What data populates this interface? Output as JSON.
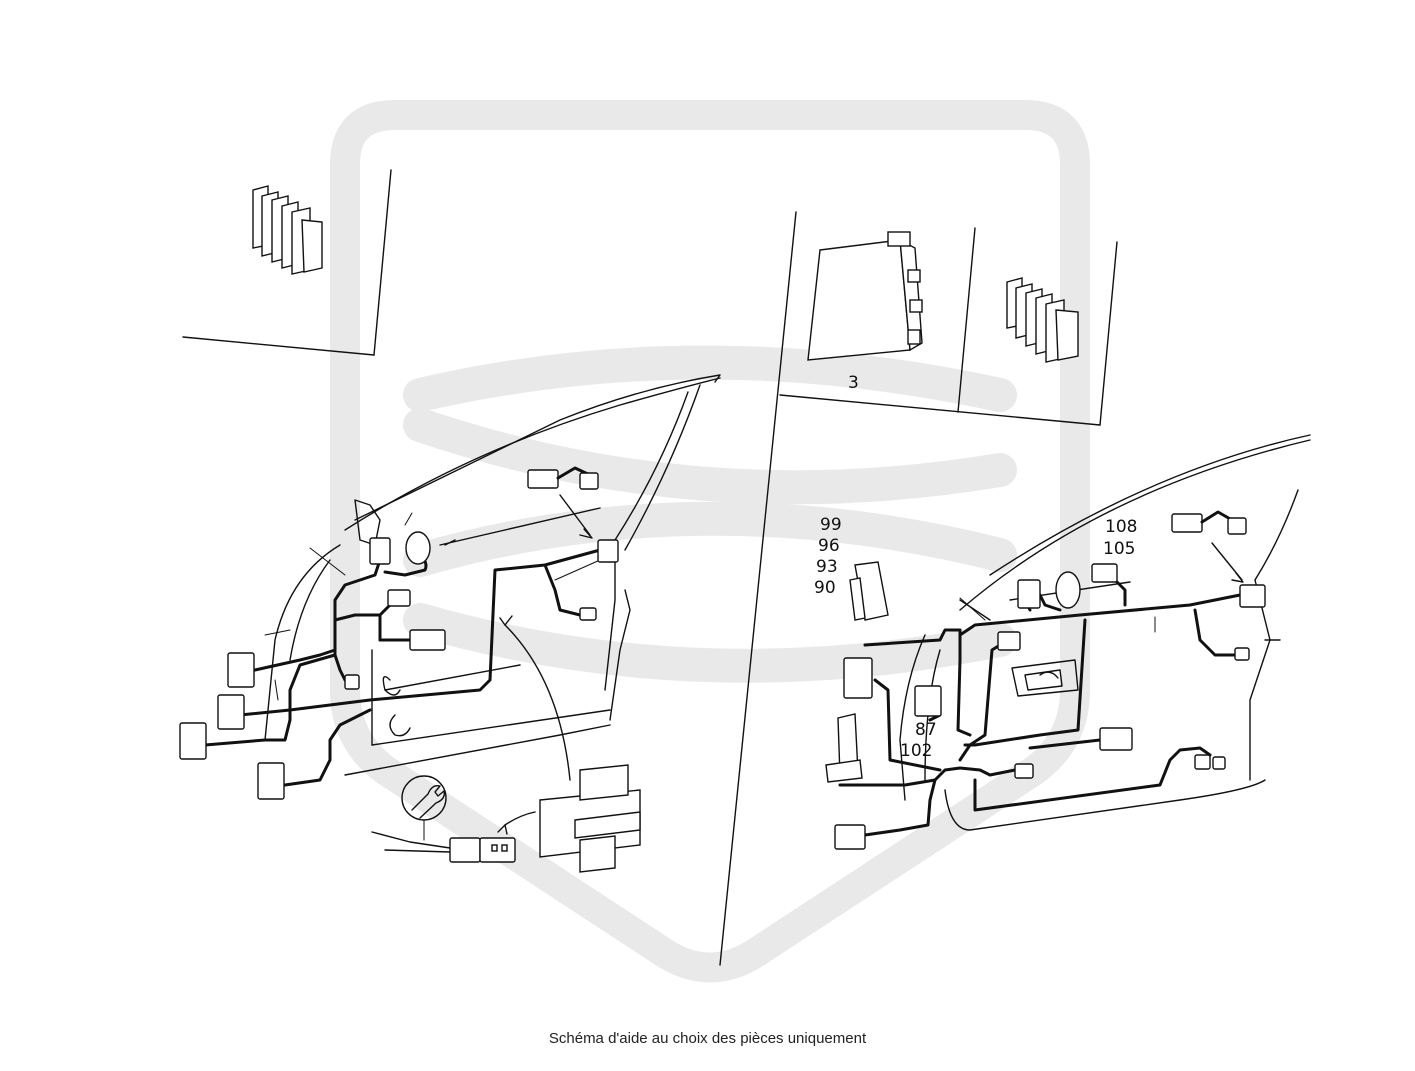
{
  "caption": "Schéma d'aide au choix des pièces uniquement",
  "labels": {
    "part_3": "3",
    "part_99": "99",
    "part_96": "96",
    "part_93": "93",
    "part_90": "90",
    "part_108": "108",
    "part_105": "105",
    "part_87": "87",
    "part_102": "102"
  },
  "icons": {
    "watermark": "brand-logo-watermark",
    "service": "wrench-icon"
  },
  "colors": {
    "line": "#111111",
    "watermark": "#e9e9e9",
    "background": "#ffffff"
  }
}
